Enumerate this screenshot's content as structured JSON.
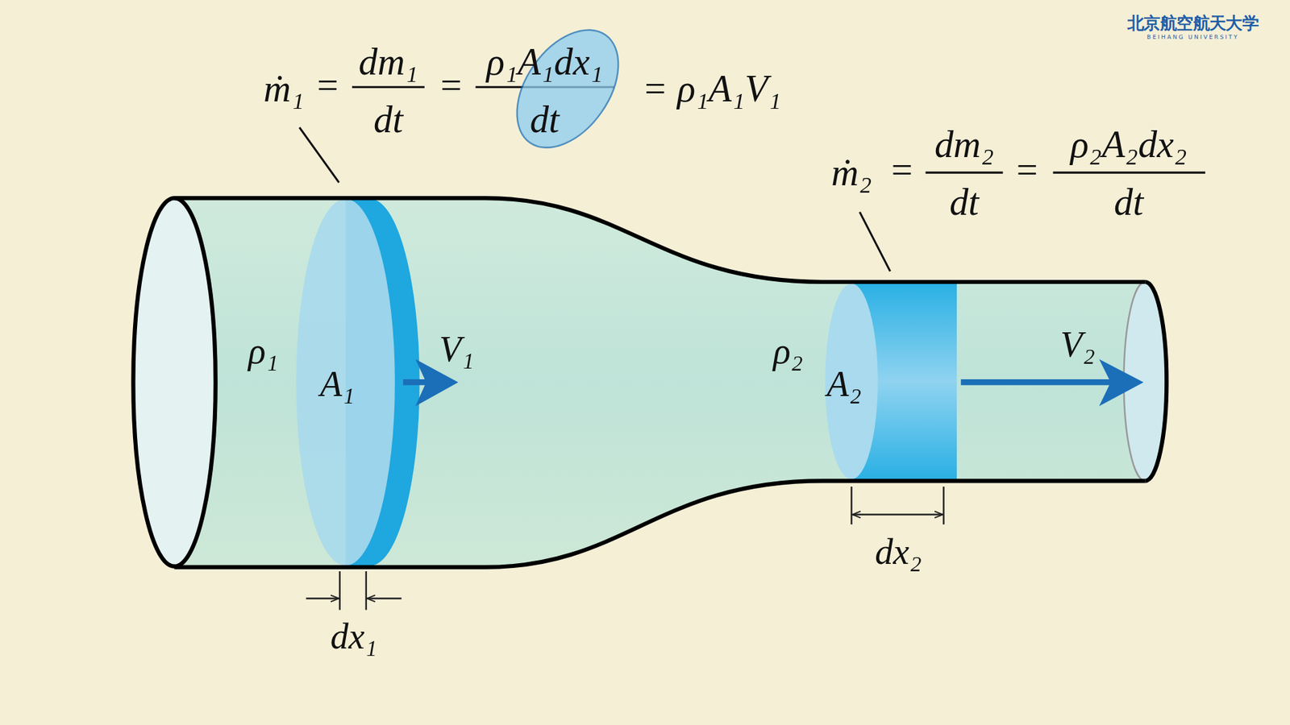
{
  "diagram": {
    "labels": [
      "ṁ₁",
      "=",
      "dm₁",
      "dt",
      "=",
      "ρ₁A₁dx₁",
      "dt",
      "= ρ₁A₁V₁",
      "ṁ₂",
      "=",
      "dm₂",
      "dt",
      "=",
      "ρ₂A₂dx₂",
      "dt",
      "ρ₁",
      "A₁",
      "V₁",
      "ρ₂",
      "A₂",
      "V₂",
      "dx₁",
      "dx₂",
      "北京航空航天大学",
      "BEIHANG UNIVERSITY"
    ]
  }
}
